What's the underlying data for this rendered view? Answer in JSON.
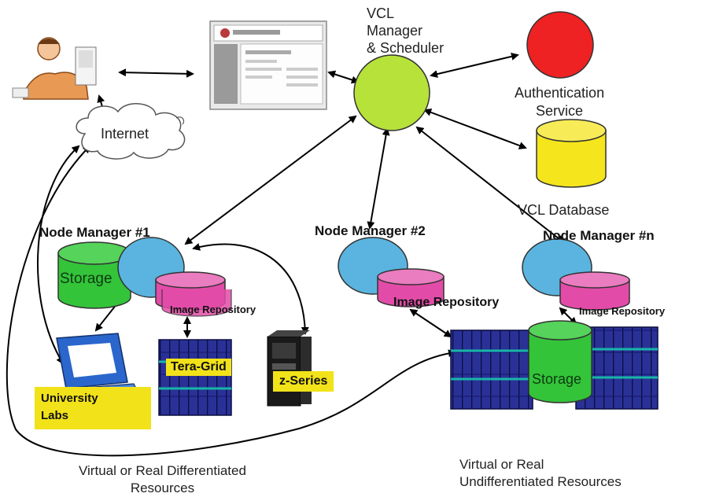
{
  "title_vcl": [
    "VCL",
    "Manager",
    "& Scheduler"
  ],
  "internet": "Internet",
  "auth": [
    "Authentication",
    "Service"
  ],
  "vcl_db": "VCL Database",
  "node_managers": {
    "nm1": "Node Manager #1",
    "nm2": "Node Manager #2",
    "nmn": "Node Manager #n"
  },
  "storage": "Storage",
  "image_repo": "Image Repository",
  "resources": {
    "tera_grid": "Tera-Grid",
    "z_series": "z-Series",
    "university_labs": [
      "University",
      "Labs"
    ]
  },
  "captions": {
    "differentiated": [
      "Virtual or Real Differentiated",
      "Resources"
    ],
    "undifferentiated": [
      "Virtual or Real",
      "Undifferentiated Resources"
    ]
  },
  "colors": {
    "manager_green": "#b6e23a",
    "auth_red": "#ee2222",
    "db_yellow": "#f5e51c",
    "node_blue": "#5ab4df",
    "repo_pink": "#e24ca8",
    "storage_green": "#33c43a",
    "label_yellow": "#f2e21a",
    "rack_blue": "#22248a"
  }
}
